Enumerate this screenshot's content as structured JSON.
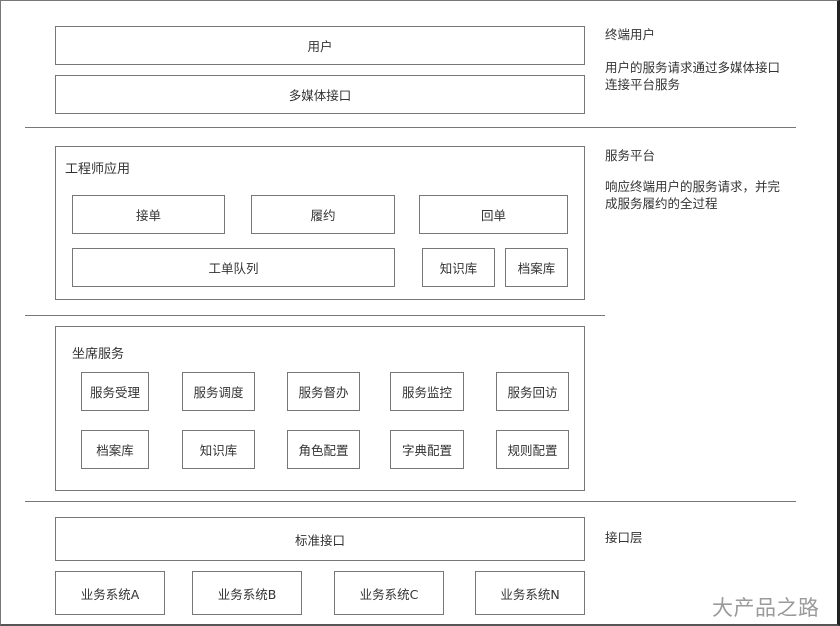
{
  "layers": {
    "terminal": {
      "boxes": [
        "用户",
        "多媒体接口"
      ],
      "side_title": "终端用户",
      "side_desc": [
        "用户的服务请求通过多媒体接口",
        "连接平台服务"
      ]
    },
    "platform": {
      "side_title": "服务平台",
      "side_desc": [
        "响应终端用户的服务请求，并完",
        "成服务履约的全过程"
      ],
      "engineer_app": {
        "title": "工程师应用",
        "row1": [
          "接单",
          "履约",
          "回单"
        ],
        "row2": [
          "工单队列",
          "知识库",
          "档案库"
        ]
      },
      "seat_service": {
        "title": "坐席服务",
        "row1": [
          "服务受理",
          "服务调度",
          "服务督办",
          "服务监控",
          "服务回访"
        ],
        "row2": [
          "档案库",
          "知识库",
          "角色配置",
          "字典配置",
          "规则配置"
        ]
      }
    },
    "interface": {
      "side_title": "接口层",
      "standard": "标准接口",
      "systems": [
        "业务系统A",
        "业务系统B",
        "业务系统C",
        "业务系统N"
      ]
    }
  },
  "watermark": "大产品之路"
}
